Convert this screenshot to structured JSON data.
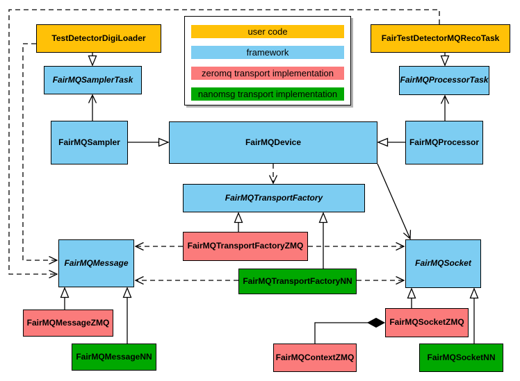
{
  "colors": {
    "user_code": "#FFC107",
    "framework": "#7DCDF2",
    "zeromq": "#FB7B7B",
    "nanomsg": "#00A800",
    "outline": "#000000",
    "legend_shadow": "#B3B3B3"
  },
  "legend": {
    "items": [
      {
        "label": "user code",
        "color": "user_code"
      },
      {
        "label": "framework",
        "color": "framework"
      },
      {
        "label": "zeromq transport implementation",
        "color": "zeromq"
      },
      {
        "label": "nanomsg transport implementation",
        "color": "nanomsg"
      }
    ]
  },
  "nodes": {
    "testDetectorDigiLoader": {
      "label": "TestDetectorDigiLoader",
      "category": "user_code",
      "abstract": false
    },
    "fairTestDetectorMQRecoTask": {
      "label": "FairTestDetectorMQRecoTask",
      "category": "user_code",
      "abstract": false
    },
    "fairMQSamplerTask": {
      "label": "FairMQSamplerTask",
      "category": "framework",
      "abstract": true
    },
    "fairMQProcessorTask": {
      "label": "FairMQProcessorTask",
      "category": "framework",
      "abstract": true
    },
    "fairMQSampler": {
      "label": "FairMQSampler",
      "category": "framework",
      "abstract": false
    },
    "fairMQDevice": {
      "label": "FairMQDevice",
      "category": "framework",
      "abstract": false
    },
    "fairMQProcessor": {
      "label": "FairMQProcessor",
      "category": "framework",
      "abstract": false
    },
    "fairMQTransportFactory": {
      "label": "FairMQTransportFactory",
      "category": "framework",
      "abstract": true
    },
    "fairMQTransportFactoryZMQ": {
      "label": "FairMQTransportFactoryZMQ",
      "category": "zeromq",
      "abstract": false
    },
    "fairMQTransportFactoryNN": {
      "label": "FairMQTransportFactoryNN",
      "category": "nanomsg",
      "abstract": false
    },
    "fairMQMessage": {
      "label": "FairMQMessage",
      "category": "framework",
      "abstract": true
    },
    "fairMQSocket": {
      "label": "FairMQSocket",
      "category": "framework",
      "abstract": true
    },
    "fairMQMessageZMQ": {
      "label": "FairMQMessageZMQ",
      "category": "zeromq",
      "abstract": false
    },
    "fairMQMessageNN": {
      "label": "FairMQMessageNN",
      "category": "nanomsg",
      "abstract": false
    },
    "fairMQSocketZMQ": {
      "label": "FairMQSocketZMQ",
      "category": "zeromq",
      "abstract": false
    },
    "fairMQSocketNN": {
      "label": "FairMQSocketNN",
      "category": "nanomsg",
      "abstract": false
    },
    "fairMQContextZMQ": {
      "label": "FairMQContextZMQ",
      "category": "zeromq",
      "abstract": false
    }
  },
  "relationships": [
    {
      "from": "TestDetectorDigiLoader",
      "to": "FairMQSamplerTask",
      "type": "generalization"
    },
    {
      "from": "FairTestDetectorMQRecoTask",
      "to": "FairMQProcessorTask",
      "type": "generalization"
    },
    {
      "from": "FairMQSampler",
      "to": "FairMQSamplerTask",
      "type": "association"
    },
    {
      "from": "FairMQProcessor",
      "to": "FairMQProcessorTask",
      "type": "association"
    },
    {
      "from": "FairMQSampler",
      "to": "FairMQDevice",
      "type": "generalization"
    },
    {
      "from": "FairMQProcessor",
      "to": "FairMQDevice",
      "type": "generalization"
    },
    {
      "from": "FairMQDevice",
      "to": "FairMQTransportFactory",
      "type": "dependency"
    },
    {
      "from": "FairMQDevice",
      "to": "FairMQSocket",
      "type": "association"
    },
    {
      "from": "FairMQTransportFactoryZMQ",
      "to": "FairMQTransportFactory",
      "type": "generalization"
    },
    {
      "from": "FairMQTransportFactoryNN",
      "to": "FairMQTransportFactory",
      "type": "generalization"
    },
    {
      "from": "FairMQTransportFactoryZMQ",
      "to": "FairMQMessage",
      "type": "dependency"
    },
    {
      "from": "FairMQTransportFactoryZMQ",
      "to": "FairMQSocket",
      "type": "dependency"
    },
    {
      "from": "FairMQTransportFactoryNN",
      "to": "FairMQMessage",
      "type": "dependency"
    },
    {
      "from": "FairMQTransportFactoryNN",
      "to": "FairMQSocket",
      "type": "dependency"
    },
    {
      "from": "TestDetectorDigiLoader",
      "to": "FairMQMessage",
      "type": "dependency"
    },
    {
      "from": "FairTestDetectorMQRecoTask",
      "to": "FairMQMessage",
      "type": "dependency"
    },
    {
      "from": "FairMQMessageZMQ",
      "to": "FairMQMessage",
      "type": "generalization"
    },
    {
      "from": "FairMQMessageNN",
      "to": "FairMQMessage",
      "type": "generalization"
    },
    {
      "from": "FairMQSocketZMQ",
      "to": "FairMQSocket",
      "type": "generalization"
    },
    {
      "from": "FairMQSocketNN",
      "to": "FairMQSocket",
      "type": "generalization"
    },
    {
      "from": "FairMQContextZMQ",
      "to": "FairMQSocketZMQ",
      "type": "composition"
    }
  ]
}
